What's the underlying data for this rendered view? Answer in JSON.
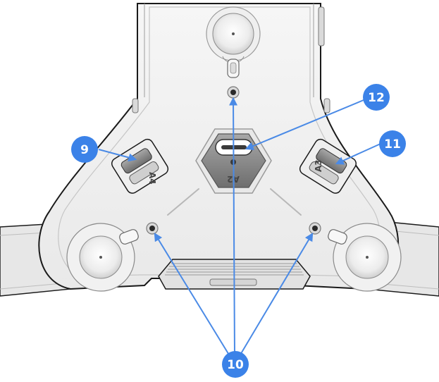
{
  "diagram": {
    "port_labels": {
      "a4": "A4",
      "a2": "A2",
      "a3": "A3"
    },
    "callouts": {
      "c9": "9",
      "c10": "10",
      "c11": "11",
      "c12": "12"
    },
    "colors": {
      "callout_fill": "#3b82e8",
      "arrow": "#4a8ae6",
      "body_outline": "#1a1a1a",
      "body_fill": "#f3f3f3"
    }
  }
}
